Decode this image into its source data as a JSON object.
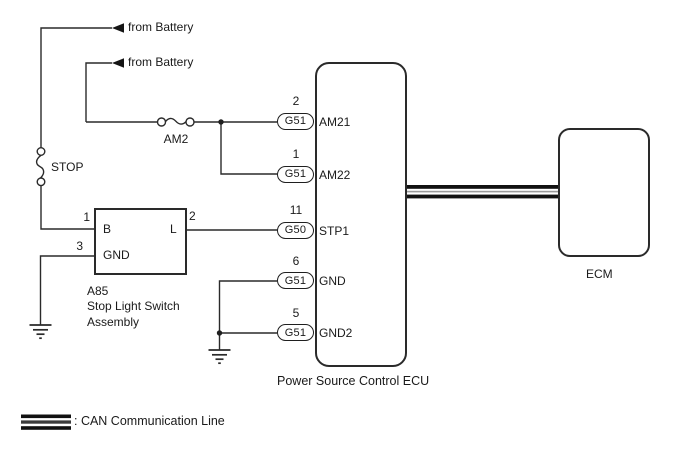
{
  "battery": {
    "feed1": "from Battery",
    "feed2": "from Battery"
  },
  "fuse": {
    "label": "AM2"
  },
  "stop_switch": {
    "label": "STOP"
  },
  "a85": {
    "code": "A85",
    "name_line1": "Stop Light Switch",
    "name_line2": "Assembly",
    "pin_b_num": "1",
    "pin_l_num": "2",
    "pin_gnd_num": "3",
    "pin_b_label": "B",
    "pin_l_label": "L",
    "pin_gnd_label": "GND"
  },
  "ecu": {
    "label": "Power Source Control ECU",
    "pins": [
      {
        "num": "2",
        "conn": "G51",
        "name": "AM21"
      },
      {
        "num": "1",
        "conn": "G51",
        "name": "AM22"
      },
      {
        "num": "11",
        "conn": "G50",
        "name": "STP1"
      },
      {
        "num": "6",
        "conn": "G51",
        "name": "GND"
      },
      {
        "num": "5",
        "conn": "G51",
        "name": "GND2"
      }
    ]
  },
  "ecm": {
    "label": "ECM"
  },
  "legend": {
    "label": ": CAN Communication Line"
  },
  "colors": {
    "wire": "#2a2a2a",
    "text": "#1a1a1a",
    "can_center": "#9a9a9a"
  }
}
